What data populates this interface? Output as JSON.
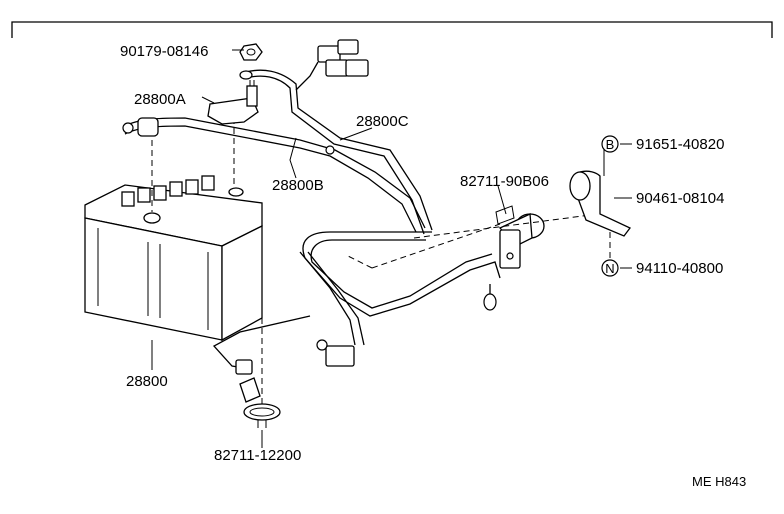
{
  "labels": {
    "p90179": "90179-08146",
    "p28800A": "28800A",
    "p28800C": "28800C",
    "p28800B": "28800B",
    "p28800": "28800",
    "p82711_90B06": "82711-90B06",
    "p91651": "91651-40820",
    "p90461": "90461-08104",
    "p94110": "94110-40800",
    "p82711_12200": "82711-12200",
    "code": "ME H843"
  },
  "markers": {
    "B": "B",
    "N": "N"
  }
}
